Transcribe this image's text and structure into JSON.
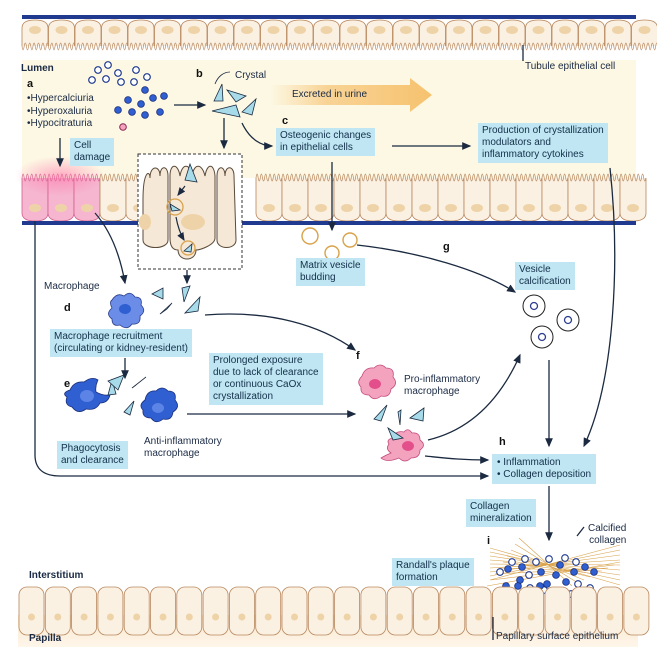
{
  "figure": {
    "regions": {
      "lumen": "Lumen",
      "interstitium": "Interstitium",
      "papilla": "Papilla"
    },
    "structure_labels": {
      "tubule_epithelial_cell": "Tubule epithelial cell",
      "papillary_surface_epithelium": "Papillary surface epithelium",
      "crystal": "Crystal",
      "macrophage": "Macrophage",
      "calcified_collagen": "Calcified\ncollagen",
      "anti_inflammatory_macrophage": "Anti-inflammatory\nmacrophage",
      "pro_inflammatory_macrophage": "Pro-inflammatory\nmacrophage"
    },
    "steps": {
      "a": {
        "letter": "a",
        "conditions": [
          "Hypercalciuria",
          "Hyperoxaluria",
          "Hypocitraturia"
        ]
      },
      "b": {
        "letter": "b",
        "excreted_arrow_text": "Excreted in urine"
      },
      "c": {
        "letter": "c",
        "box": "Osteogenic changes\nin epithelial cells"
      },
      "d": {
        "letter": "d",
        "box": "Macrophage recruitment\n(circulating or kidney-resident)"
      },
      "e": {
        "letter": "e",
        "box": "Phagocytosis\nand clearance"
      },
      "f": {
        "letter": "f"
      },
      "g": {
        "letter": "g"
      },
      "h": {
        "letter": "h",
        "items": [
          "Inflammation",
          "Collagen deposition"
        ]
      },
      "i": {
        "letter": "i",
        "box": "Randall's plaque\nformation"
      }
    },
    "boxes": {
      "cell_damage": "Cell\ndamage",
      "production": "Production of crystallization\nmodulators and\ninflammatory cytokines",
      "matrix_vesicle": "Matrix vesicle\nbudding",
      "vesicle_calcification": "Vesicle\ncalcification",
      "prolonged_exposure": "Prolonged exposure\ndue to lack of clearance\nor continuous CaOx\ncrystallization",
      "collagen_mineralization": "Collagen\nmineralization"
    },
    "colors": {
      "box_fill": "#bfe6f2",
      "lumen_bg": "#fdf8e4",
      "cell_fill": "#fbf1e2",
      "cell_stroke": "#b8875d",
      "nucleus": "#efd3a8",
      "basement": "#1f3a8f",
      "damaged_cell": "#f6b6cf",
      "crystal": "#a7dbe9",
      "macrophage_blue": "#2f5fd0",
      "macrophage_pink": "#f4a3bf",
      "urine_arrow": "#f8cf8c",
      "vesicle_ring": "#d9a24a",
      "arrow": "#1b2a40"
    }
  }
}
